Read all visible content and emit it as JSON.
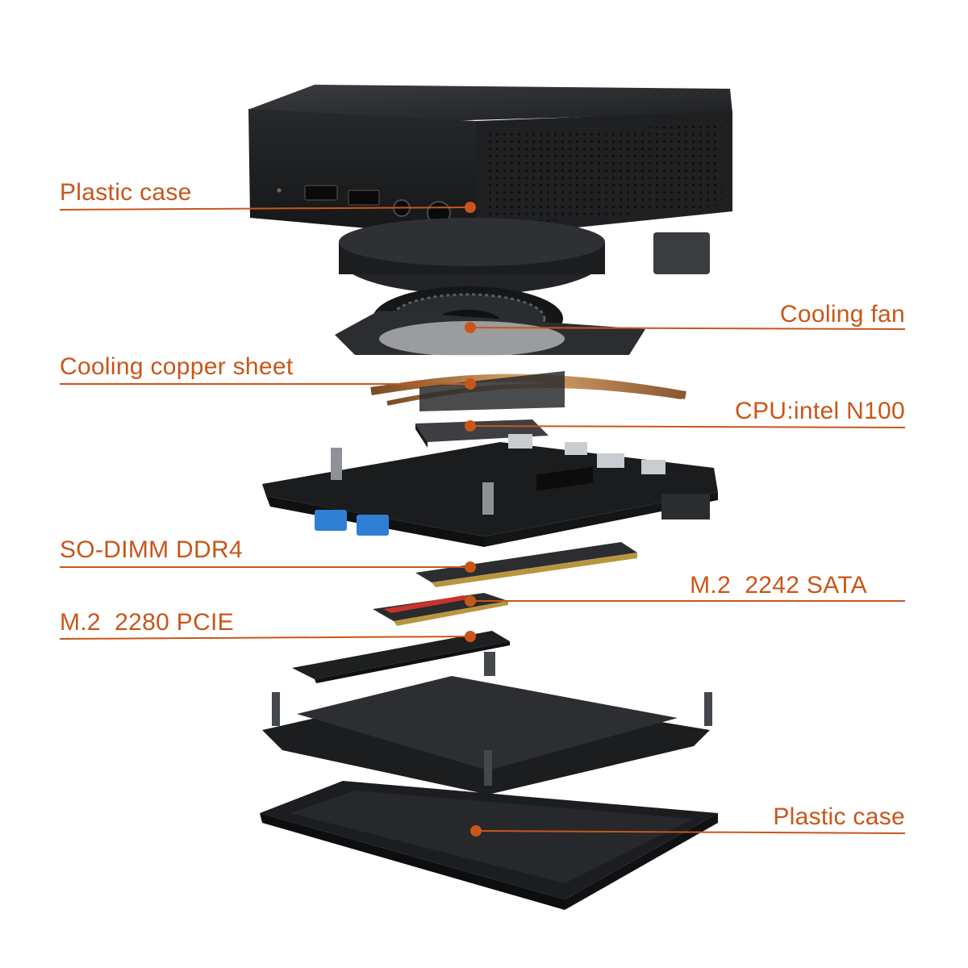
{
  "colors": {
    "accent": "#c8561a",
    "part_dark": "#1b1c1e",
    "part_mid": "#2c2e31",
    "part_edge": "#4a4d52",
    "copper": "#b87a45",
    "usb_blue": "#2f7fd4",
    "ssd_red": "#c8332b",
    "background": "#ffffff"
  },
  "labels": [
    {
      "id": "plastic-case-top",
      "text": "Plastic case"
    },
    {
      "id": "cooling-fan",
      "text": "Cooling fan"
    },
    {
      "id": "cooling-copper-sheet",
      "text": "Cooling copper sheet"
    },
    {
      "id": "cpu",
      "text": "CPU:intel N100"
    },
    {
      "id": "so-dimm",
      "text": "SO-DIMM DDR4"
    },
    {
      "id": "m2-2242",
      "text": "M.2  2242 SATA"
    },
    {
      "id": "m2-2280",
      "text": "M.2  2280 PCIE"
    },
    {
      "id": "plastic-case-bottom",
      "text": "Plastic case"
    }
  ]
}
